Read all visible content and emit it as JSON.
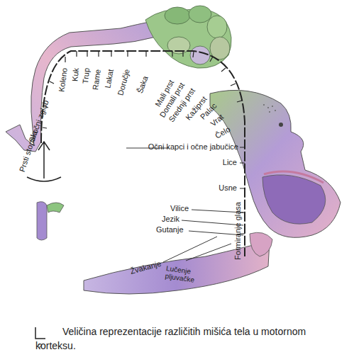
{
  "diagram": {
    "caption": "Veličina reprezentacije različitih mišića tela u motornom korteksu.",
    "labels": [
      "Prsti stopala",
      "Skočni zglob",
      "Koleno",
      "Kuk",
      "Trup",
      "Rame",
      "Lakat",
      "Doručje",
      "Šaka",
      "Mali prst",
      "Domali prst",
      "Srednji prst",
      "Kažiprst",
      "Palac",
      "Vrat",
      "Čelo",
      "Očni kapci i očne jabučice",
      "Lice",
      "Usne",
      "Formiranje glasa",
      "Vilice",
      "Jezik",
      "Gutanje",
      "Žvakanje",
      "Lučenje pljuvačke",
      "?"
    ]
  }
}
